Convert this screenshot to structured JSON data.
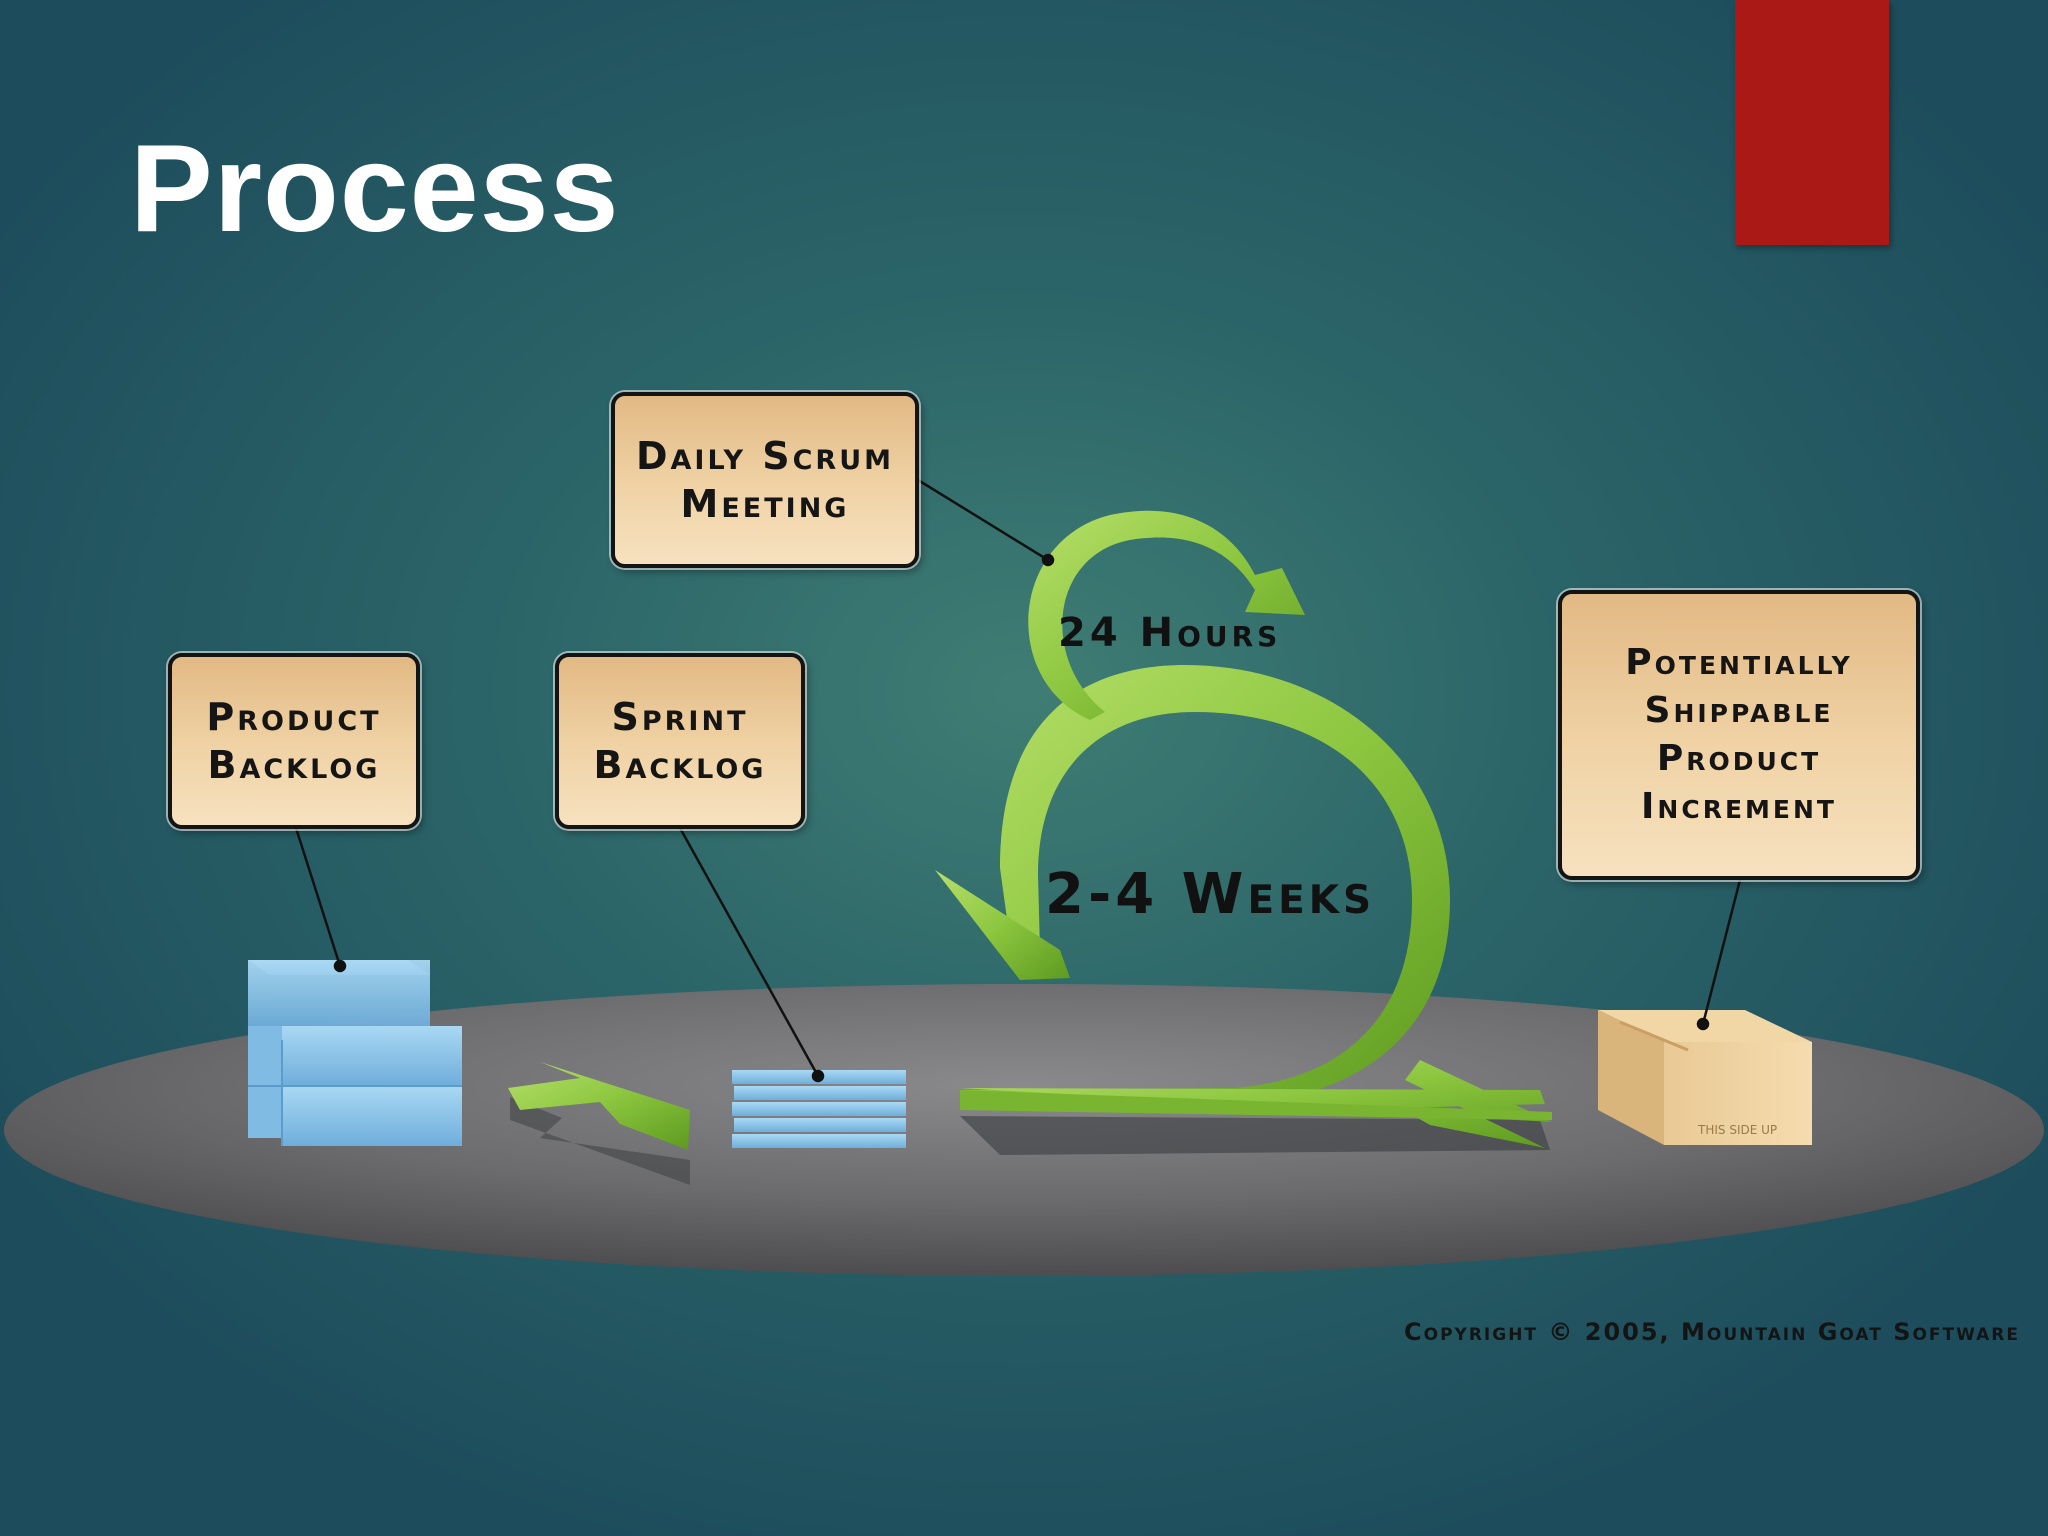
{
  "slide": {
    "title": "Process"
  },
  "diagram": {
    "labels": {
      "daily_scrum": "Daily Scrum\nMeeting",
      "product_backlog": "Product\nBacklog",
      "sprint_backlog": "Sprint\nBacklog",
      "increment": "Potentially\nShippable\nProduct\nIncrement",
      "hours": "24 Hours",
      "weeks": "2-4 Weeks"
    },
    "box_side_text": "THIS SIDE UP",
    "copyright": "Copyright © 2005, Mountain Goat Software"
  },
  "colors": {
    "accent_red": "#ab1916",
    "arrow_green": "#8cc63f",
    "label_fill": "#f0d3a6",
    "backlog_blue": "#9fd0ee",
    "platform_gray": "#6e6e70"
  }
}
